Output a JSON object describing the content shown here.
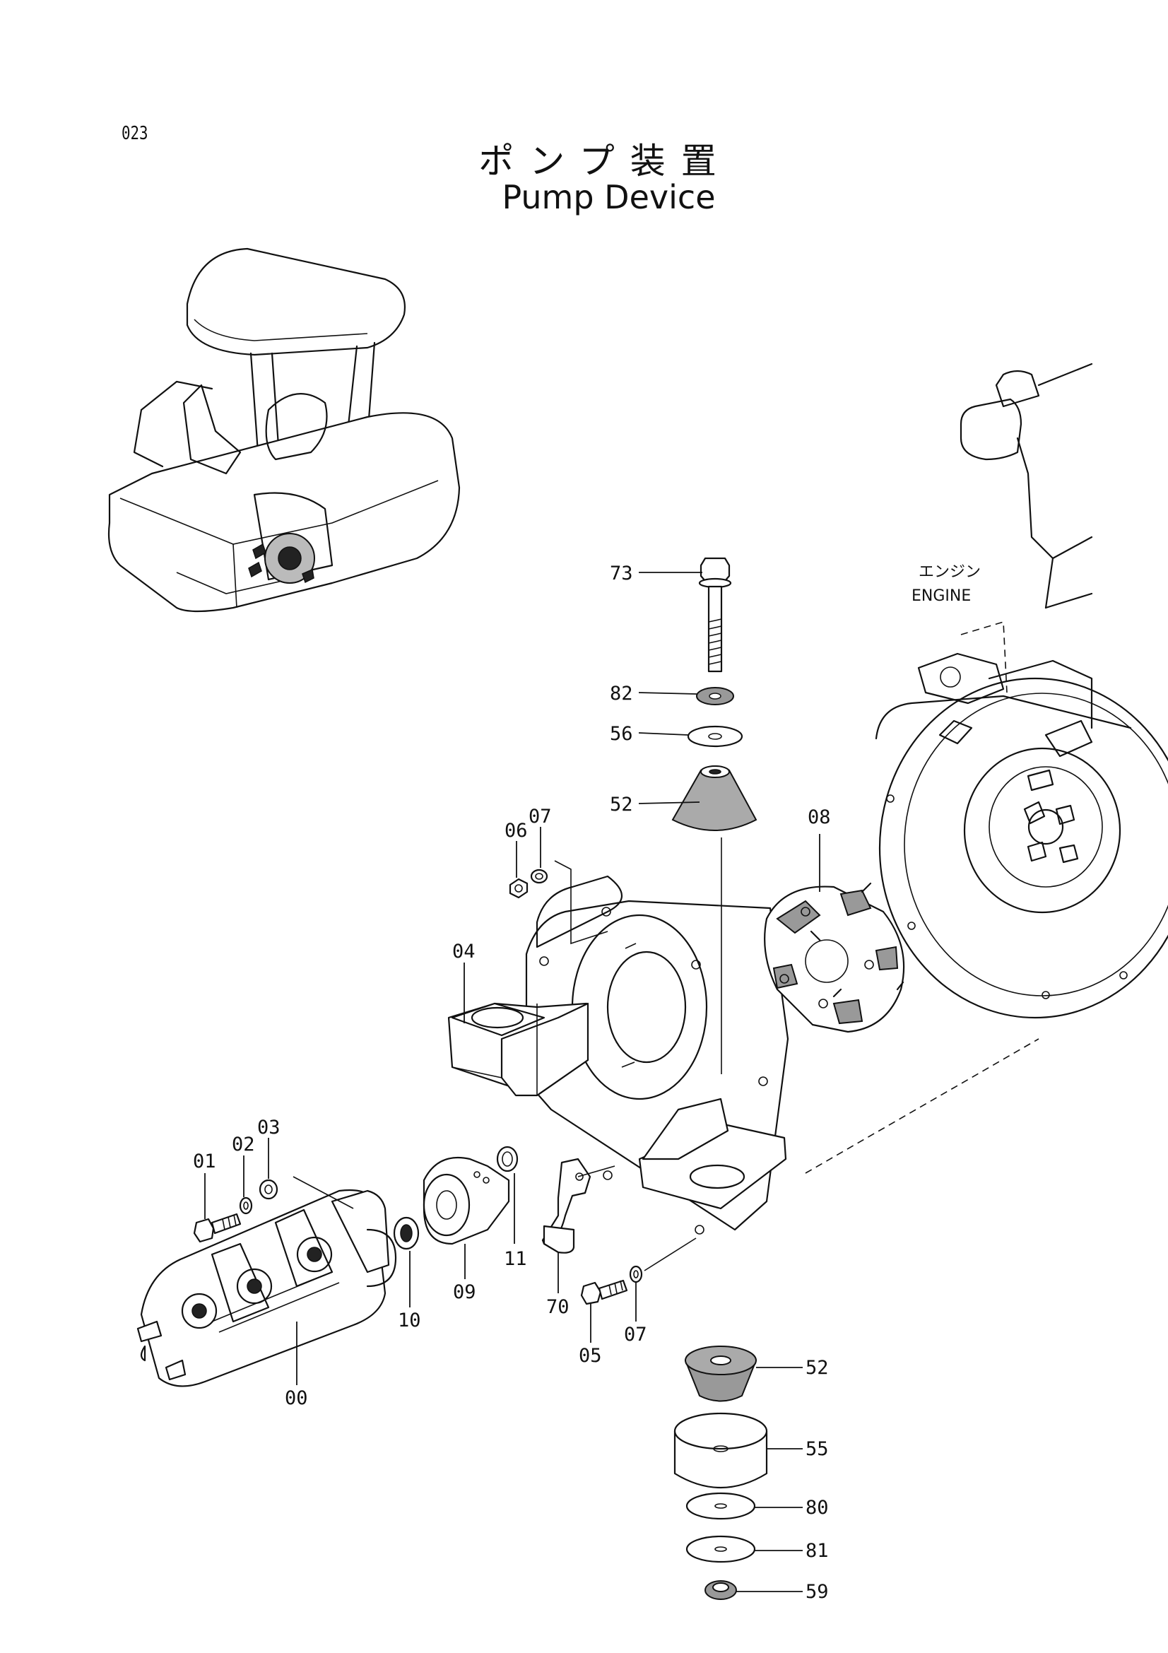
{
  "page_number": "023",
  "title_ja": "ポンプ装置",
  "title_en": "Pump Device",
  "engine_label_ja": "エンジン",
  "engine_label_en": "ENGINE",
  "callouts": [
    "73",
    "82",
    "56",
    "52",
    "06",
    "07",
    "08",
    "04",
    "03",
    "02",
    "01",
    "11",
    "09",
    "10",
    "70",
    "05",
    "07",
    "00",
    "52",
    "55",
    "80",
    "81",
    "59"
  ]
}
